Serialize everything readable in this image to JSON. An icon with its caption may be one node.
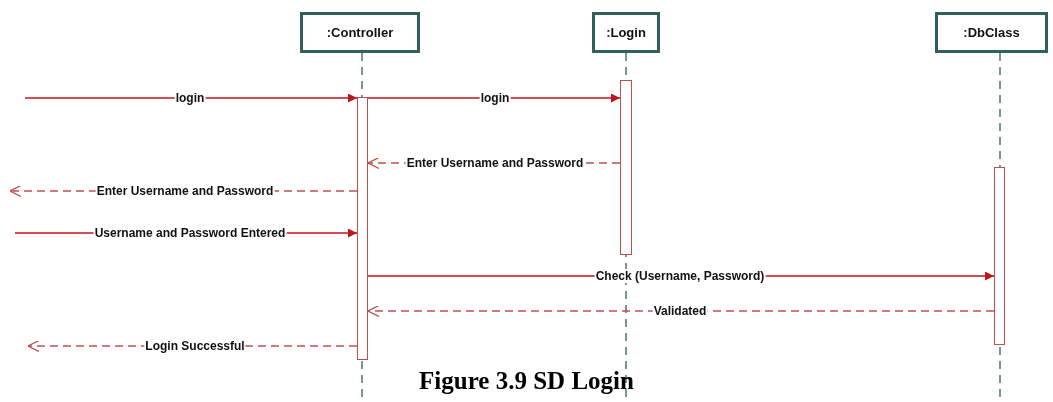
{
  "diagram": {
    "caption": "Figure 3.9 SD Login",
    "nodes": [
      {
        "text": [
          ":Controller"
        ]
      },
      {
        "text": [
          ":Login"
        ]
      },
      {
        "text": [
          ":DbClass"
        ]
      },
      {
        "text": [],
        "shape": "bar"
      },
      {
        "text": [],
        "shape": "bar"
      },
      {
        "text": [],
        "shape": "bar"
      }
    ],
    "edges": [
      {
        "from": null,
        "to": 3,
        "arrow": "to",
        "label": "login"
      },
      {
        "from": 3,
        "to": 4,
        "arrow": "to",
        "label": "login"
      },
      {
        "from": 4,
        "to": 3,
        "arrow": "to",
        "label": "Enter Username and Password",
        "style": "dashed"
      },
      {
        "from": 3,
        "to": null,
        "arrow": "to",
        "label": "Enter Username and Password",
        "style": "dashed"
      },
      {
        "from": null,
        "to": 3,
        "arrow": "to",
        "label": "Username and Password Entered"
      },
      {
        "from": 3,
        "to": 5,
        "arrow": "to",
        "label": "Check (Username, Password)"
      },
      {
        "from": 5,
        "to": 3,
        "arrow": "to",
        "label": "Validated",
        "style": "dashed"
      },
      {
        "from": 3,
        "to": null,
        "arrow": "to",
        "label": "Login Successful",
        "style": "dashed"
      }
    ]
  }
}
